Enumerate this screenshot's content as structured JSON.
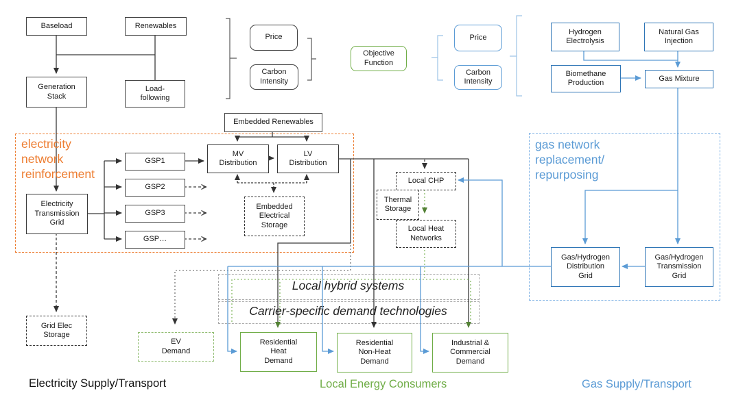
{
  "colors": {
    "electricity_accent": "#ED7D31",
    "gas_accent": "#5B9BD5",
    "gas_box_border": "#2E75B6",
    "consumer_accent": "#70AD47",
    "line_black": "#3a3a3a",
    "dashed_gray": "#ABABAB"
  },
  "diagram": {
    "nodes": {
      "baseload": {
        "label": "Baseload"
      },
      "renewables": {
        "label": "Renewables"
      },
      "generation_stack": {
        "label": "Generation\nStack"
      },
      "load_following": {
        "label": "Load-\nfollowing"
      },
      "price_elec": {
        "label": "Price"
      },
      "carbon_intensity_elec": {
        "label": "Carbon\nIntensity"
      },
      "objective_function": {
        "label": "Objective\nFunction"
      },
      "price_gas": {
        "label": "Price"
      },
      "carbon_intensity_gas": {
        "label": "Carbon\nIntensity"
      },
      "hydrogen_electrolysis": {
        "label": "Hydrogen\nElectrolysis"
      },
      "natural_gas_injection": {
        "label": "Natural Gas\nInjection"
      },
      "biomethane_production": {
        "label": "Biomethane\nProduction"
      },
      "gas_mixture": {
        "label": "Gas Mixture"
      },
      "embedded_renewables": {
        "label": "Embedded Renewables"
      },
      "mv_distribution": {
        "label": "MV\nDistribution"
      },
      "lv_distribution": {
        "label": "LV\nDistribution"
      },
      "gsp1": {
        "label": "GSP1"
      },
      "gsp2": {
        "label": "GSP2"
      },
      "gsp3": {
        "label": "GSP3"
      },
      "gsp_more": {
        "label": "GSP…"
      },
      "electricity_transmission_grid": {
        "label": "Electricity\nTransmission\nGrid"
      },
      "embedded_electrical_storage": {
        "label": "Embedded\nElectrical\nStorage"
      },
      "grid_elec_storage": {
        "label": "Grid Elec\nStorage"
      },
      "local_chp": {
        "label": "Local CHP"
      },
      "thermal_storage": {
        "label": "Thermal\nStorage"
      },
      "local_heat_networks": {
        "label": "Local Heat\nNetworks"
      },
      "ev_demand": {
        "label": "EV\nDemand"
      },
      "residential_heat_demand": {
        "label": "Residential\nHeat\nDemand"
      },
      "residential_non_heat_demand": {
        "label": "Residential\nNon-Heat\nDemand"
      },
      "industrial_commercial_demand": {
        "label": "Industrial &\nCommercial\nDemand"
      },
      "gas_hydrogen_distribution_grid": {
        "label": "Gas/Hydrogen\nDistribution\nGrid"
      },
      "gas_hydrogen_transmission_grid": {
        "label": "Gas/Hydrogen\nTransmission\nGrid"
      }
    },
    "regions": {
      "electricity_network_reinforcement": {
        "label": "electricity\nnetwork\nreinforcement"
      },
      "gas_network_replacement": {
        "label": "gas network\nreplacement/\nrepurposing"
      },
      "local_hybrid_systems": {
        "label": "Local hybrid systems"
      },
      "carrier_specific_demand": {
        "label": "Carrier-specific demand technologies"
      }
    },
    "footers": {
      "electricity": "Electricity Supply/Transport",
      "consumers": "Local Energy Consumers",
      "gas": "Gas Supply/Transport"
    }
  }
}
